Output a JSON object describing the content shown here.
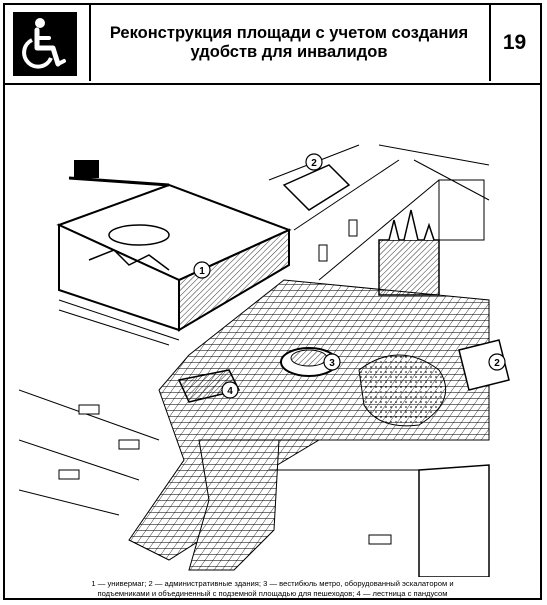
{
  "header": {
    "icon": "wheelchair-accessibility-icon",
    "title": "Реконструкция площади с учетом создания\nудобств для инвалидов",
    "page_number": "19"
  },
  "illustration": {
    "callouts": [
      "1",
      "2",
      "3",
      "4"
    ]
  },
  "caption": {
    "text": "1 — универмаг; 2 — административные здания; 3 — вестибюль метро, оборудованный эскалатором и\nподъемниками и объединенный с подземной площадью для пешеходов; 4 — лестница с пандусом"
  }
}
